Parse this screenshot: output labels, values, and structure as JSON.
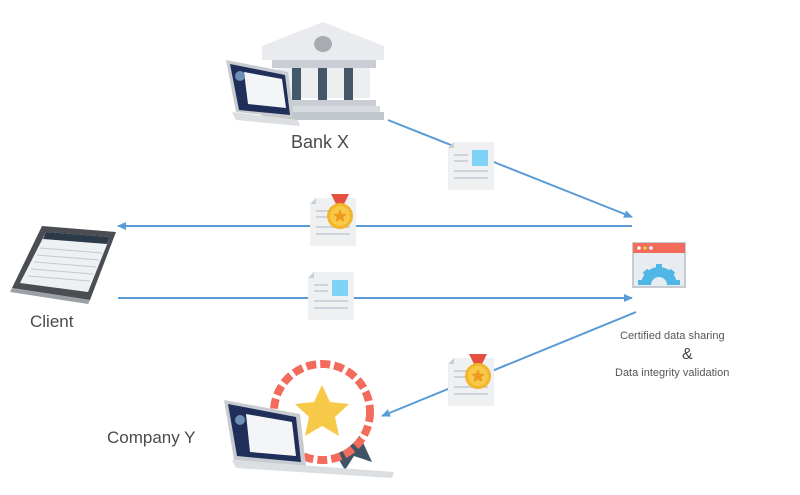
{
  "diagram": {
    "nodes": {
      "bank": {
        "label": "Bank X",
        "icon": "bank-building-with-laptop"
      },
      "client": {
        "label": "Client",
        "icon": "smartphone"
      },
      "company": {
        "label": "Company Y",
        "icon": "laptop-with-award-badge"
      },
      "platform": {
        "label_line1": "Certified data sharing",
        "label_amp": "&",
        "label_line2": "Data integrity validation",
        "icon": "browser-gear"
      }
    },
    "edges": [
      {
        "from": "bank",
        "to": "platform",
        "payload": "document-icon"
      },
      {
        "from": "platform",
        "to": "client",
        "payload": "certified-document-icon"
      },
      {
        "from": "client",
        "to": "platform",
        "payload": "document-icon"
      },
      {
        "from": "platform",
        "to": "company",
        "payload": "certified-document-icon"
      }
    ],
    "colors": {
      "arrow": "#5b9bd5",
      "accent_red": "#f26b5b",
      "accent_gold": "#f7c948",
      "doc_blue": "#7fd3f7",
      "slate": "#3f5566"
    }
  }
}
